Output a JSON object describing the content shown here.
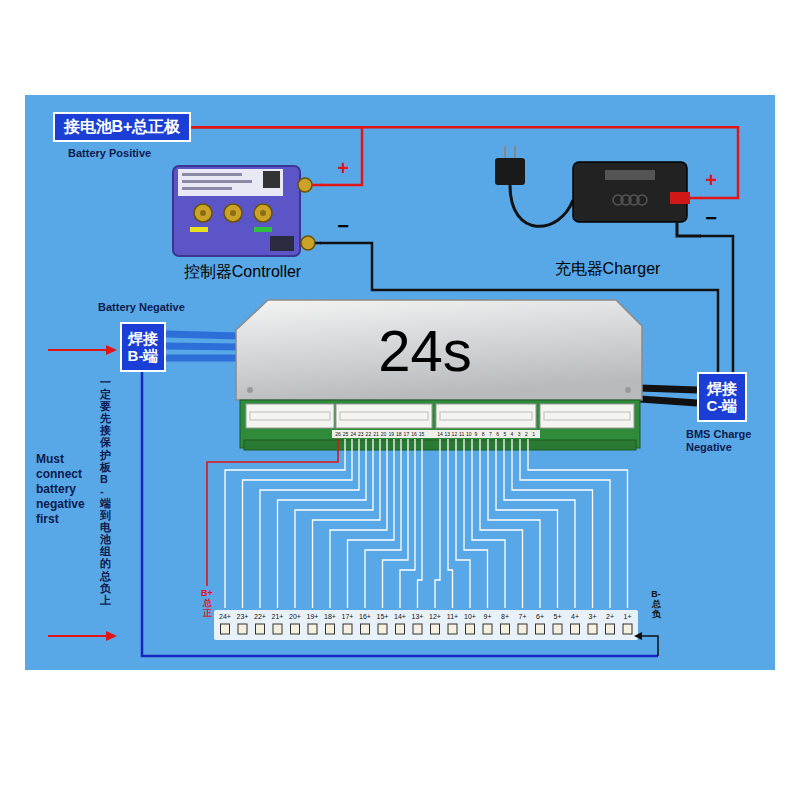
{
  "diagram": {
    "nodes": [
      {
        "text": [
          "接电池B+总正极"
        ]
      },
      {
        "text": [
          "控制器Controller"
        ]
      },
      {
        "text": [
          "充电器Charger"
        ]
      },
      {
        "text": [
          "24s"
        ]
      },
      {
        "text": [
          "焊接 B-端"
        ]
      },
      {
        "text": [
          "焊接 C-端"
        ]
      }
    ],
    "edges": [
      {
        "from": 0,
        "to": 1,
        "arrow": "none"
      },
      {
        "from": 0,
        "to": 2,
        "arrow": "none"
      },
      {
        "from": 1,
        "to": 5,
        "arrow": "none"
      },
      {
        "from": 2,
        "to": 5,
        "arrow": "none"
      }
    ],
    "labels": [
      "Battery Positive",
      "+",
      "−",
      "+",
      "−",
      "Battery Negative",
      "一定要先接保护板B-端到电池组的总负上",
      "Must connect battery negative first",
      "BMS Charge Negative",
      "26",
      "25",
      "24",
      "23",
      "22",
      "21",
      "20",
      "19",
      "18",
      "17",
      "16",
      "15",
      "14",
      "13",
      "12",
      "11",
      "10",
      "9",
      "8",
      "7",
      "6",
      "5",
      "4",
      "3",
      "2",
      "1",
      "B+",
      "总正",
      "24+",
      "23+",
      "22+",
      "21+",
      "20+",
      "19+",
      "18+",
      "17+",
      "16+",
      "15+",
      "14+",
      "13+",
      "12+",
      "11+",
      "10+",
      "9+",
      "8+",
      "7+",
      "6+",
      "5+",
      "4+",
      "3+",
      "2+",
      "1+",
      "B-",
      "总负"
    ]
  }
}
